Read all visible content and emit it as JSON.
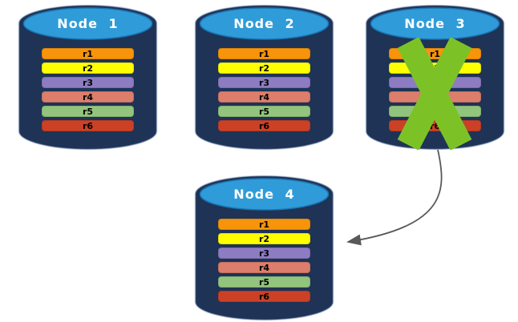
{
  "nodes": [
    {
      "label": "Node 1",
      "status": "active"
    },
    {
      "label": "Node 2",
      "status": "active"
    },
    {
      "label": "Node 3",
      "status": "failed"
    },
    {
      "label": "Node 4",
      "status": "active"
    }
  ],
  "rows": [
    {
      "label": "r1",
      "color": "#F7940A"
    },
    {
      "label": "r2",
      "color": "#FFFF00"
    },
    {
      "label": "r3",
      "color": "#8E7CC3"
    },
    {
      "label": "r4",
      "color": "#DC7E6B"
    },
    {
      "label": "r5",
      "color": "#93C47D"
    },
    {
      "label": "r6",
      "color": "#CC4125"
    }
  ],
  "colors": {
    "cylinder_body": "#1E3355",
    "cylinder_edge": "#9AB0D2",
    "cylinder_top": "#2F9CD9",
    "cylinder_top_edge": "#1B75B5",
    "x_mark": "#7CC227",
    "arrow": "#595959",
    "node_label": "#FFFFFF",
    "row_label": "#000000"
  },
  "failure_mark": {
    "node": "Node 3",
    "shape": "X"
  },
  "arrow_link": {
    "from": "Node 3",
    "to": "Node 4"
  }
}
